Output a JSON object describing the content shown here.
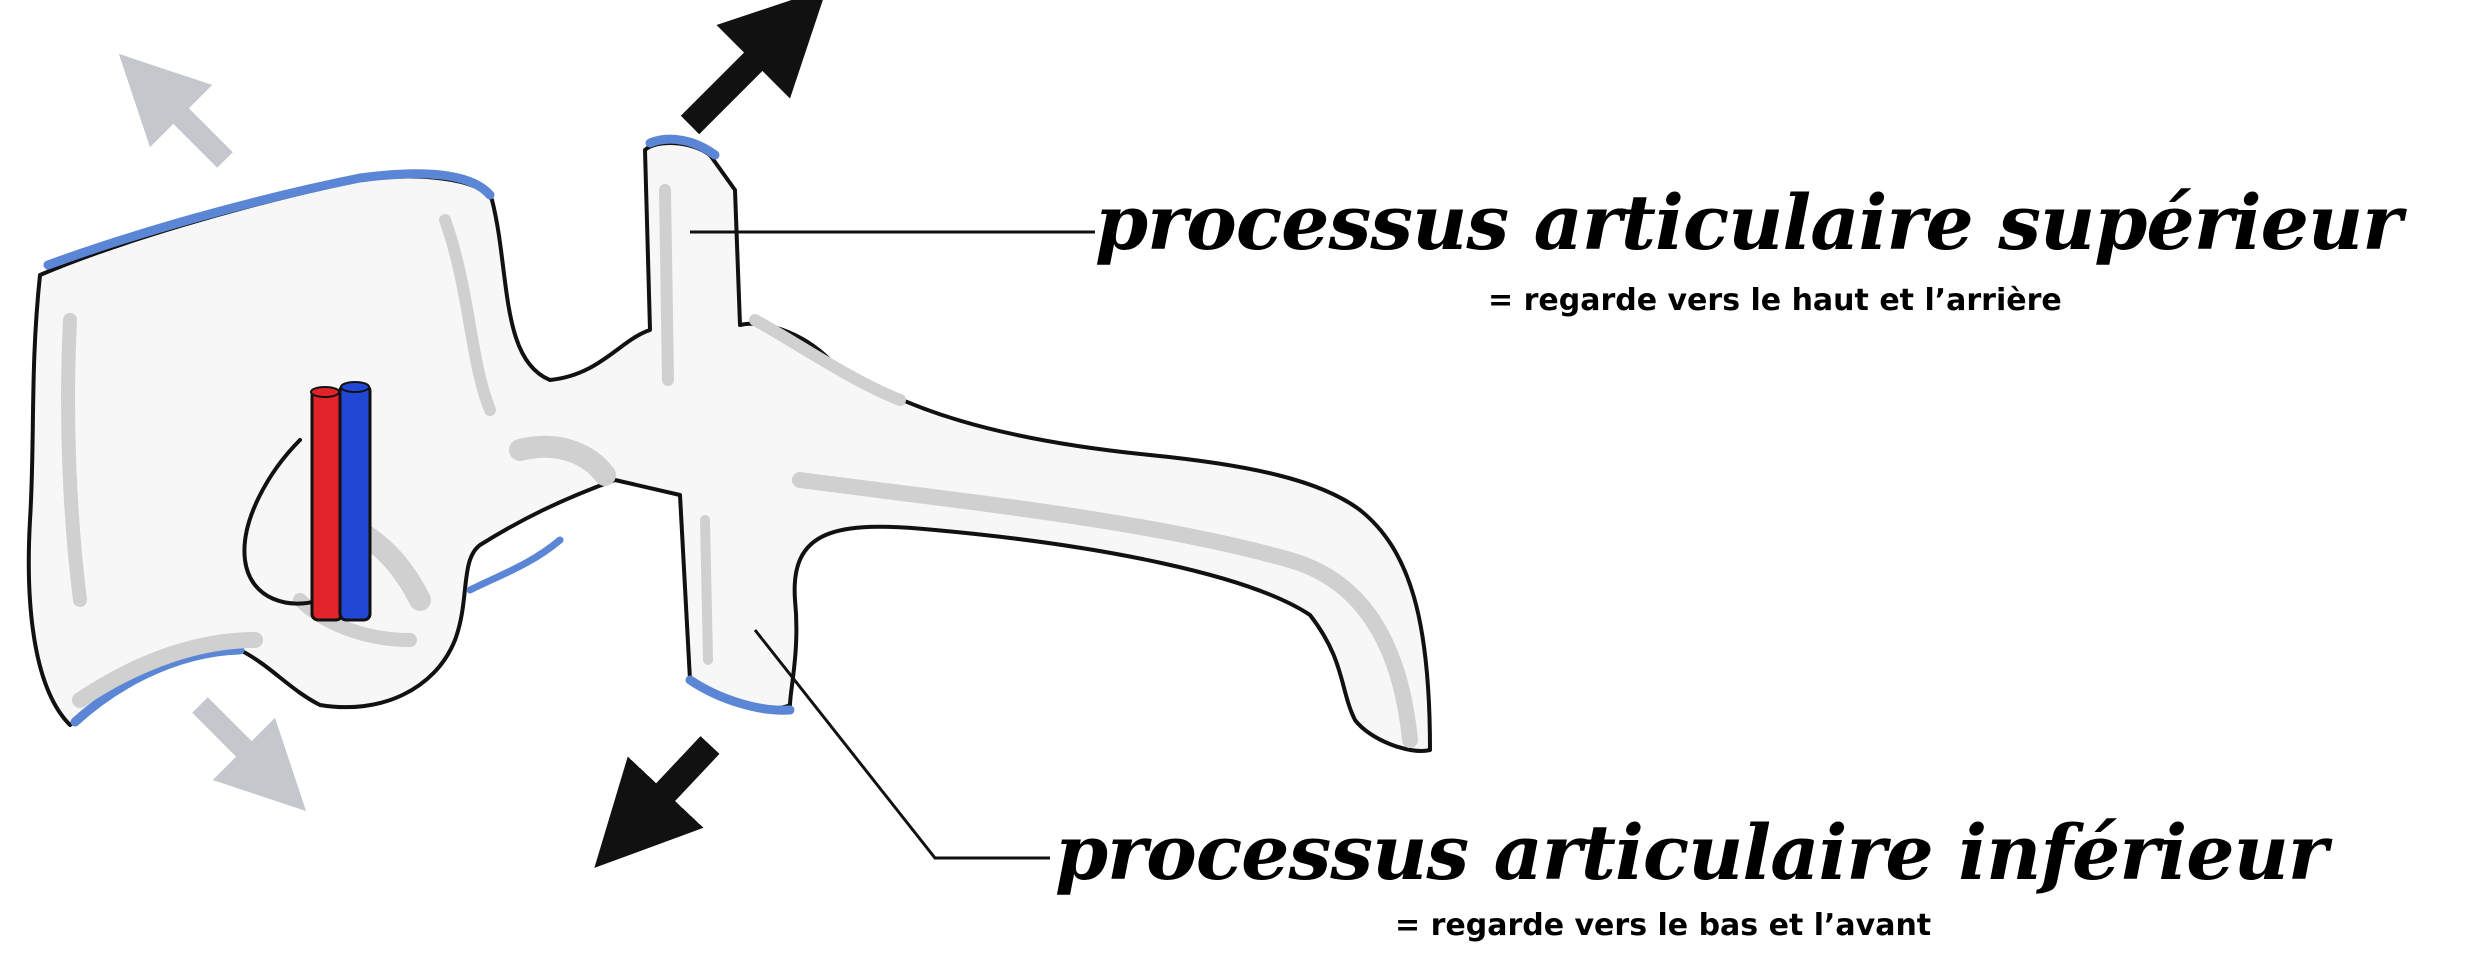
{
  "labels": {
    "superior": {
      "title": "processus articulaire supérieur",
      "subtitle": "= regarde vers le haut et l’arrière"
    },
    "inferior": {
      "title": "processus articulaire inférieur",
      "subtitle": "= regarde vers le bas et l’avant"
    }
  },
  "colors": {
    "outline": "#111111",
    "bone": "#f7f7f7",
    "shade": "#d0d0d0",
    "articular_surface": "#5b86d6",
    "artery": "#e3232a",
    "vein": "#2247d4",
    "arrow_primary": "#111111",
    "arrow_secondary": "#c4c7cb"
  }
}
